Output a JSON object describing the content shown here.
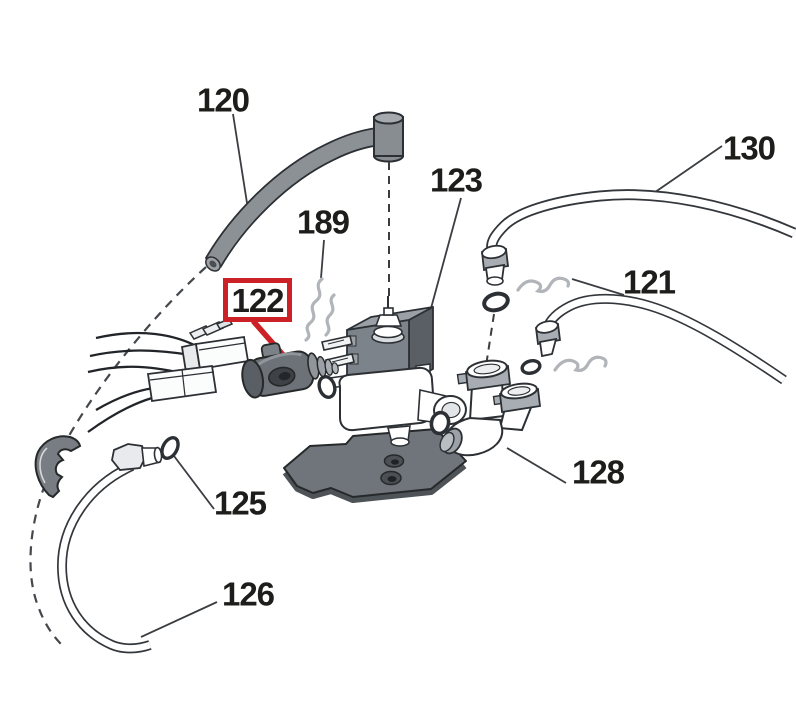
{
  "diagram": {
    "highlighted_label": "122",
    "colors": {
      "highlight_red": "#cc2127",
      "outline_dark": "#2c3034",
      "leader_line": "#3a3d41",
      "part_gray": "#8c9196",
      "part_dark_gray": "#6d7278",
      "coil_gray": "#7d838a",
      "grease_gray": "#b1b5b9",
      "background": "#ffffff"
    },
    "labels": [
      {
        "text": "120",
        "part": "curved-water-tube",
        "highlighted": false
      },
      {
        "text": "189",
        "part": "grease-mark",
        "highlighted": false
      },
      {
        "text": "123",
        "part": "solenoid-valve",
        "highlighted": false
      },
      {
        "text": "130",
        "part": "upper-hose",
        "highlighted": false
      },
      {
        "text": "121",
        "part": "lower-hose",
        "highlighted": false
      },
      {
        "text": "122",
        "part": "valve-fitting",
        "highlighted": true
      },
      {
        "text": "128",
        "part": "elbow-fitting",
        "highlighted": false
      },
      {
        "text": "125",
        "part": "o-ring",
        "highlighted": false
      },
      {
        "text": "126",
        "part": "curved-hose",
        "highlighted": false
      }
    ]
  }
}
